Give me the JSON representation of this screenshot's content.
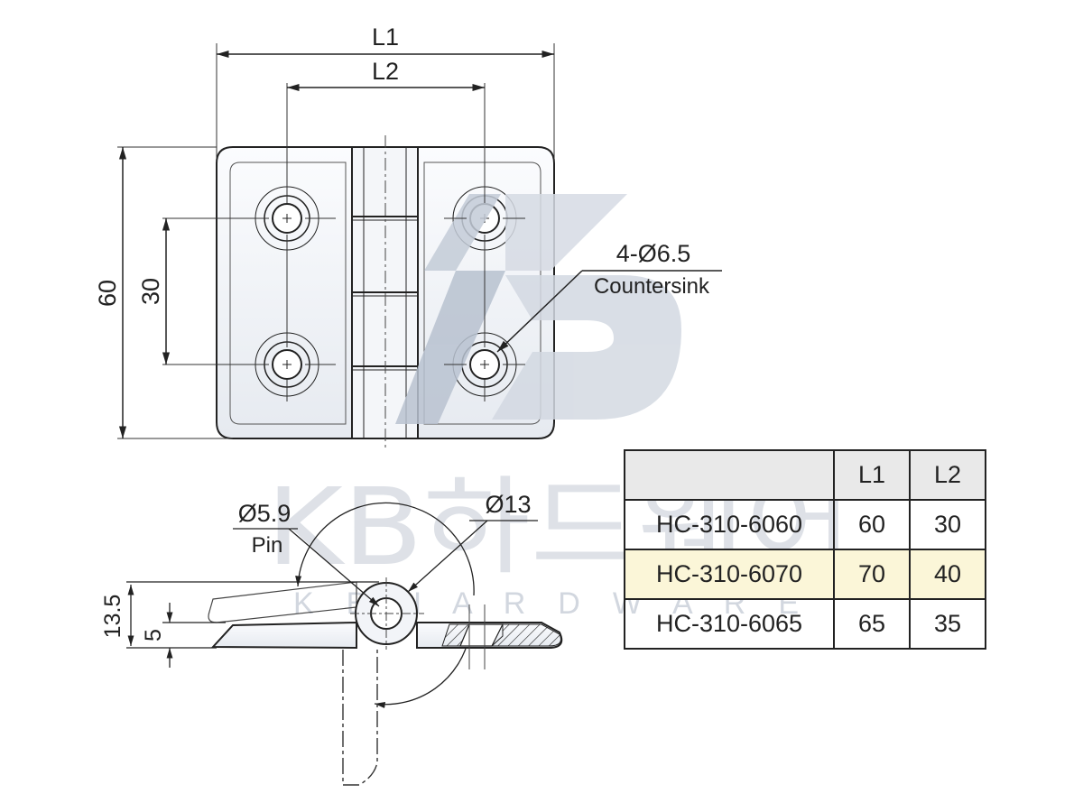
{
  "watermark": {
    "text": "KB하드웨어",
    "subtext": "K B  H A R D W A R E"
  },
  "dimensions": {
    "L1": "L1",
    "L2": "L2",
    "height": "60",
    "hole_spacing": "30",
    "hole_callout": "4-Ø6.5",
    "hole_note": "Countersink",
    "pin_dia": "Ø5.9",
    "pin_label": "Pin",
    "knuckle_dia": "Ø13",
    "total_thickness": "13.5",
    "leaf_thickness": "5"
  },
  "table": {
    "headers": [
      "",
      "L1",
      "L2"
    ],
    "rows": [
      {
        "model": "HC-310-6060",
        "L1": "60",
        "L2": "30",
        "highlight": false
      },
      {
        "model": "HC-310-6070",
        "L1": "70",
        "L2": "40",
        "highlight": true
      },
      {
        "model": "HC-310-6065",
        "L1": "65",
        "L2": "35",
        "highlight": false
      }
    ]
  },
  "colors": {
    "line": "#222222",
    "part_fill": "#f1f4f8",
    "watermark": "#c4ccd8",
    "highlight": "#fbf6d8"
  }
}
